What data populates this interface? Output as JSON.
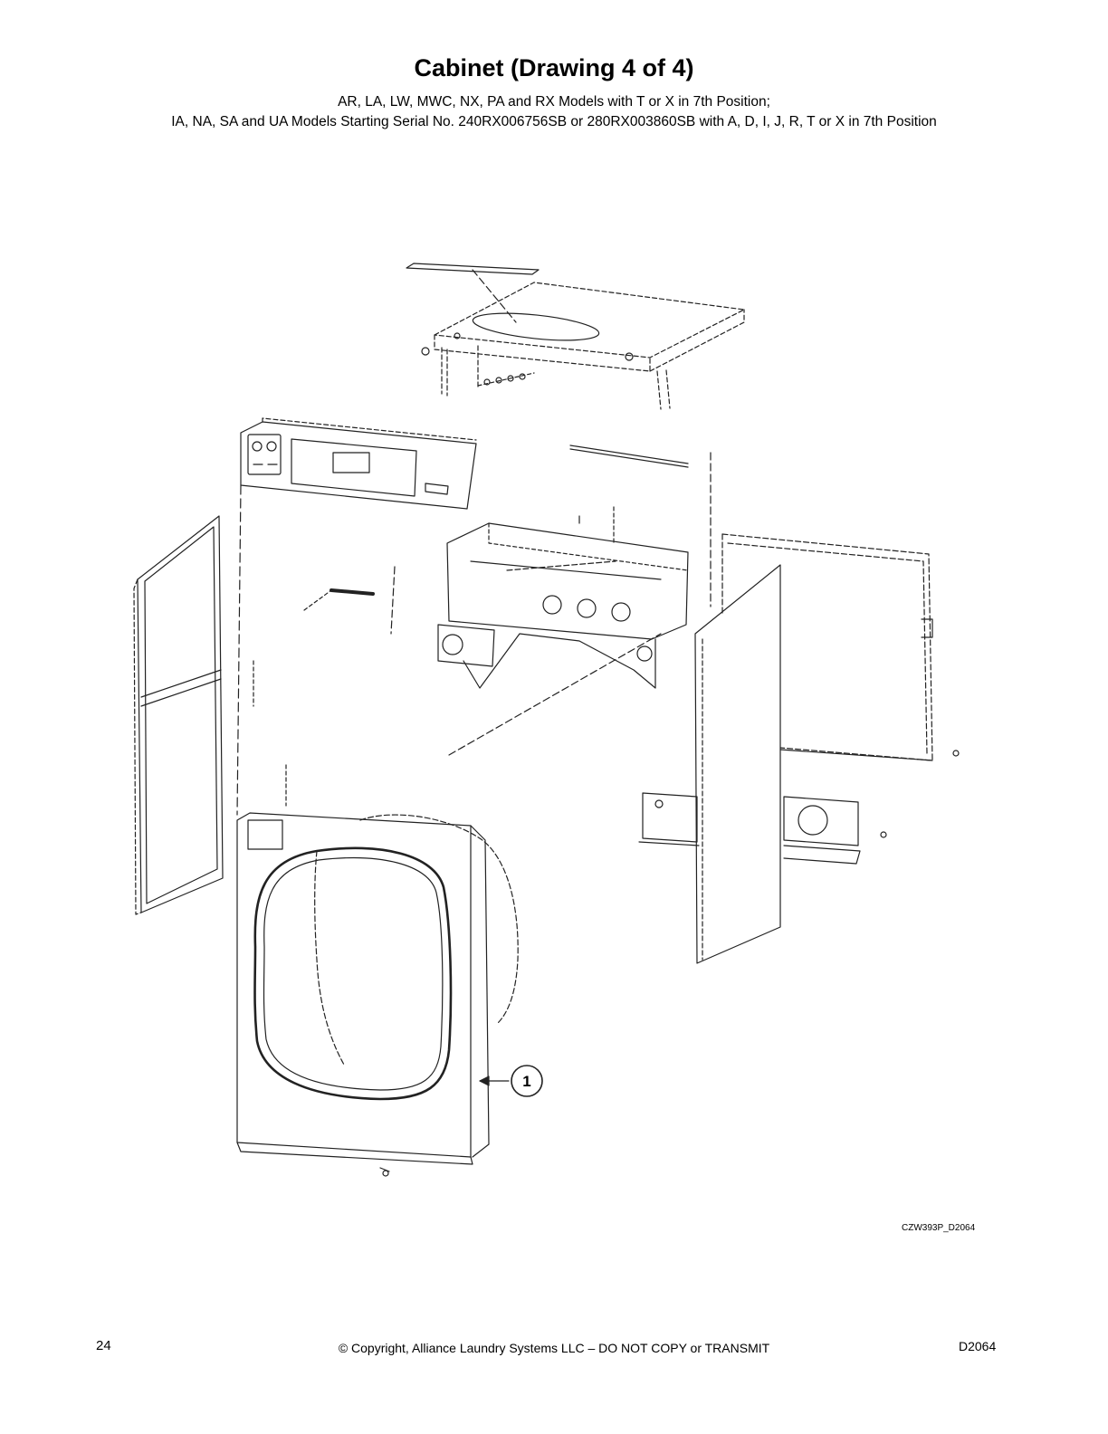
{
  "header": {
    "title": "Cabinet (Drawing 4 of 4)",
    "subtitle_line1": "AR, LA, LW, MWC, NX, PA and RX Models with T or X in 7th Position;",
    "subtitle_line2": "IA, NA, SA and UA Models Starting Serial No. 240RX006756SB or 280RX003860SB with A, D, I, J, R, T or X in 7th Position"
  },
  "drawing": {
    "callouts": [
      {
        "label": "1"
      }
    ],
    "reference_code": "CZW393P_D2064"
  },
  "footer": {
    "page_number": "24",
    "copyright": "© Copyright, Alliance Laundry Systems LLC – DO NOT COPY or TRANSMIT",
    "document_code": "D2064"
  }
}
